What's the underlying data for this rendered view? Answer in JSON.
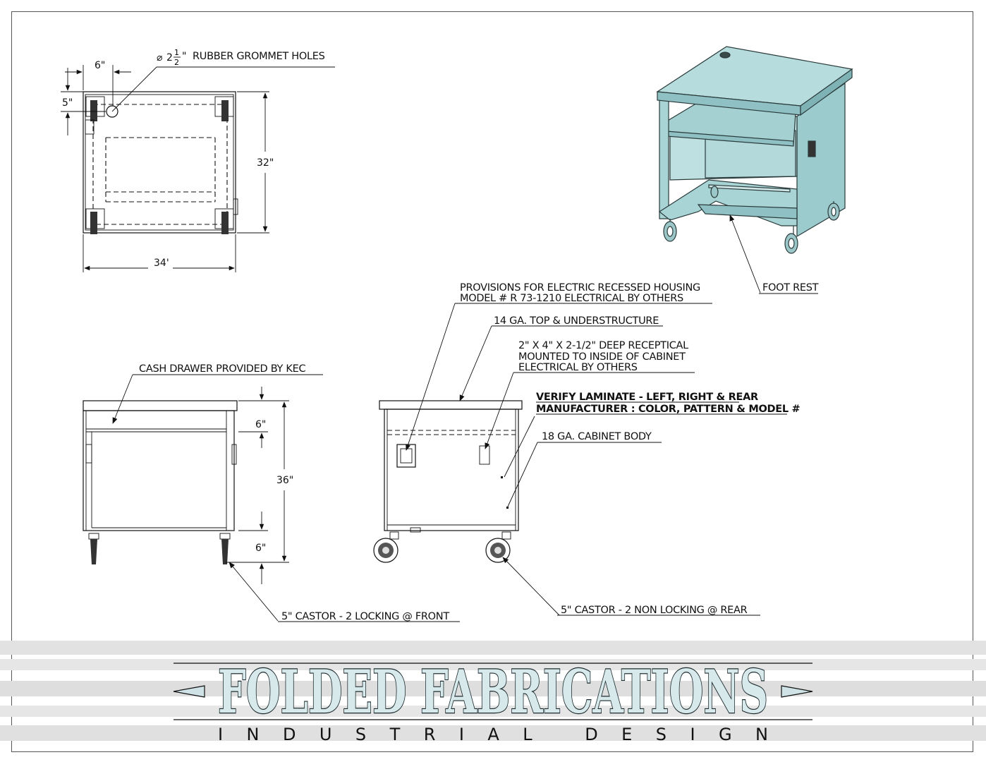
{
  "plan_view": {
    "grommet_label": "RUBBER GROMMET HOLES",
    "grommet_whole": "2",
    "grommet_num": "1",
    "grommet_den": "2",
    "dim_offset_x": "6\"",
    "dim_offset_y": "5\"",
    "dim_depth": "32\"",
    "dim_width": "34'"
  },
  "front_view": {
    "cash_drawer_label": "CASH DRAWER PROVIDED BY KEC",
    "dim_top": "6\"",
    "dim_height": "36\"",
    "dim_bottom": "6\"",
    "castor_front_label": "5\" CASTOR - 2 LOCKING @ FRONT"
  },
  "side_view": {
    "provisions_line1": "PROVISIONS FOR ELECTRIC RECESSED HOUSING",
    "provisions_line2": "MODEL # R 73-1210 ELECTRICAL BY OTHERS",
    "top_label": "14 GA. TOP & UNDERSTRUCTURE",
    "recept_line1": "2\" X 4\" X 2-1/2\" DEEP RECEPTICAL",
    "recept_line2": "MOUNTED TO INSIDE OF CABINET",
    "recept_line3": "ELECTRICAL BY OTHERS",
    "laminate_line1": "VERIFY LAMINATE - LEFT, RIGHT & REAR",
    "laminate_line2": "MANUFACTURER :  COLOR, PATTERN & MODEL #",
    "body_label": "18 GA. CABINET BODY",
    "castor_rear_label": "5\" CASTOR - 2 NON LOCKING @ REAR"
  },
  "iso_view": {
    "foot_rest_label": "FOOT REST"
  },
  "title_block": {
    "brand": "FOLDED FABRICATIONS",
    "tagline": "INDUSTRIAL DESIGN"
  },
  "colors": {
    "iso_fill": "#a9d4d6",
    "iso_dark": "#7fb2b5",
    "logo_fill": "#d8e9ec",
    "stripe": "#d9d9d9"
  }
}
